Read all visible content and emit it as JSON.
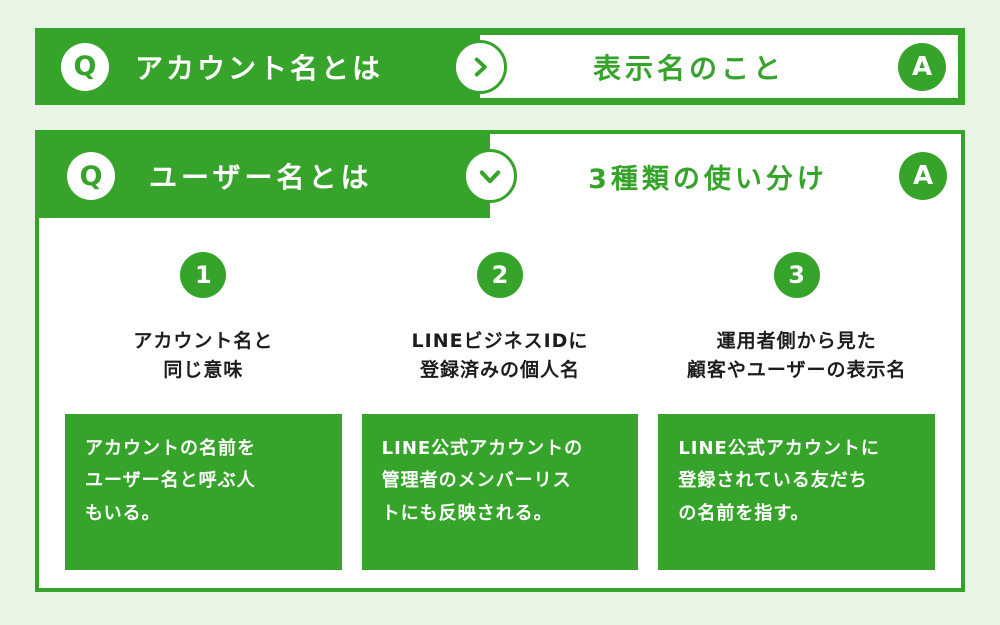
{
  "theme": {
    "accent_green": "#36a32a",
    "page_background": "#e8f4e4",
    "dark_text": "#1d1d1d"
  },
  "banner_account": {
    "q": "Q",
    "question": "アカウント名とは",
    "answer": "表示名のこと",
    "a": "A",
    "chevron": "right-chevron-icon"
  },
  "banner_user": {
    "q": "Q",
    "question": "ユーザー名とは",
    "answer": "3種類の使い分け",
    "a": "A",
    "chevron": "down-chevron-icon"
  },
  "items": [
    {
      "number": "1",
      "title": [
        "アカウント名と",
        "同じ意味"
      ],
      "desc": [
        "アカウントの名前を",
        "ユーザー名と呼ぶ人",
        "もいる。"
      ]
    },
    {
      "number": "2",
      "title": [
        "LINEビジネスIDに",
        "登録済みの個人名"
      ],
      "desc": [
        "LINE公式アカウントの",
        "管理者のメンバーリス",
        "トにも反映される。"
      ]
    },
    {
      "number": "3",
      "title": [
        "運用者側から見た",
        "顧客やユーザーの表示名"
      ],
      "desc": [
        "LINE公式アカウントに",
        "登録されている友だち",
        "の名前を指す。"
      ]
    }
  ]
}
